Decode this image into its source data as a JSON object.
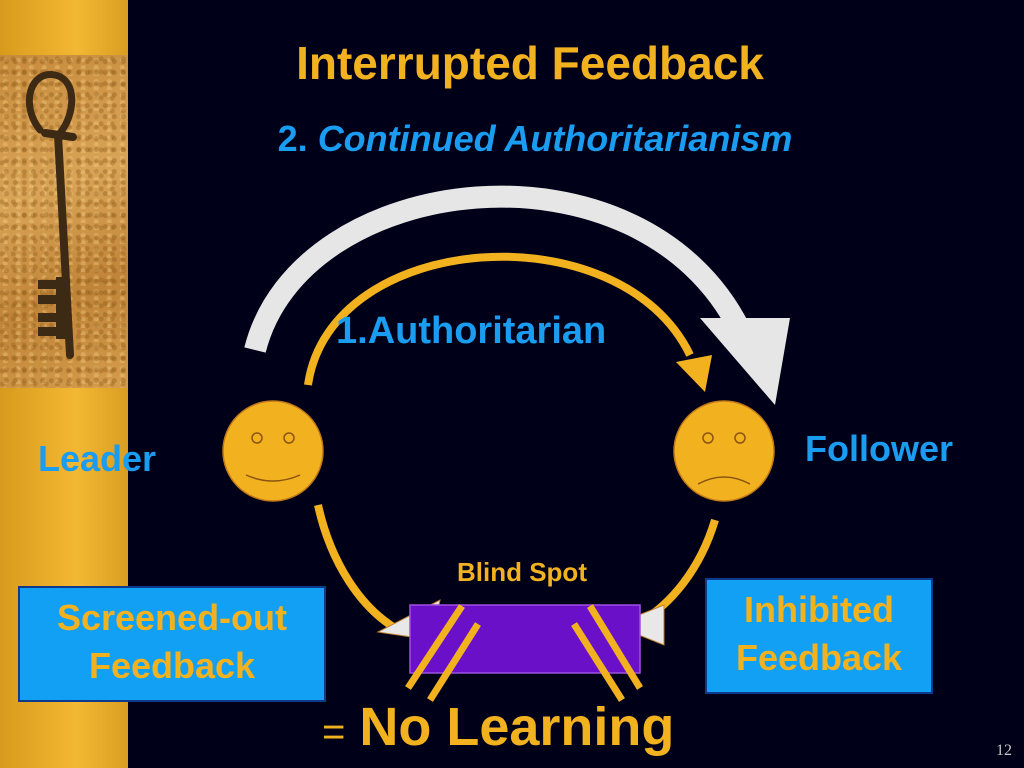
{
  "slide": {
    "title": "Interrupted Feedback",
    "subtitle_number": "2.",
    "subtitle_text": "Continued Authoritarianism",
    "page_number": "12"
  },
  "diagram": {
    "top_arrow_label": "1.Authoritarian",
    "left_node_label": "Leader",
    "right_node_label": "Follower",
    "blind_spot_label": "Blind Spot",
    "left_box_line1": "Screened-out",
    "left_box_line2": "Feedback",
    "right_box_line1": "Inhibited",
    "right_box_line2": "Feedback",
    "result_eq": "=",
    "result_text": "No Learning"
  },
  "colors": {
    "accent_gold": "#f2b220",
    "accent_blue": "#1a9cf0",
    "blind_spot_fill": "#6a10c8",
    "background": "#000018"
  },
  "icons": {
    "left_face": "smiling-face-icon",
    "right_face": "frowning-face-icon",
    "decor": "old-key-icon"
  }
}
